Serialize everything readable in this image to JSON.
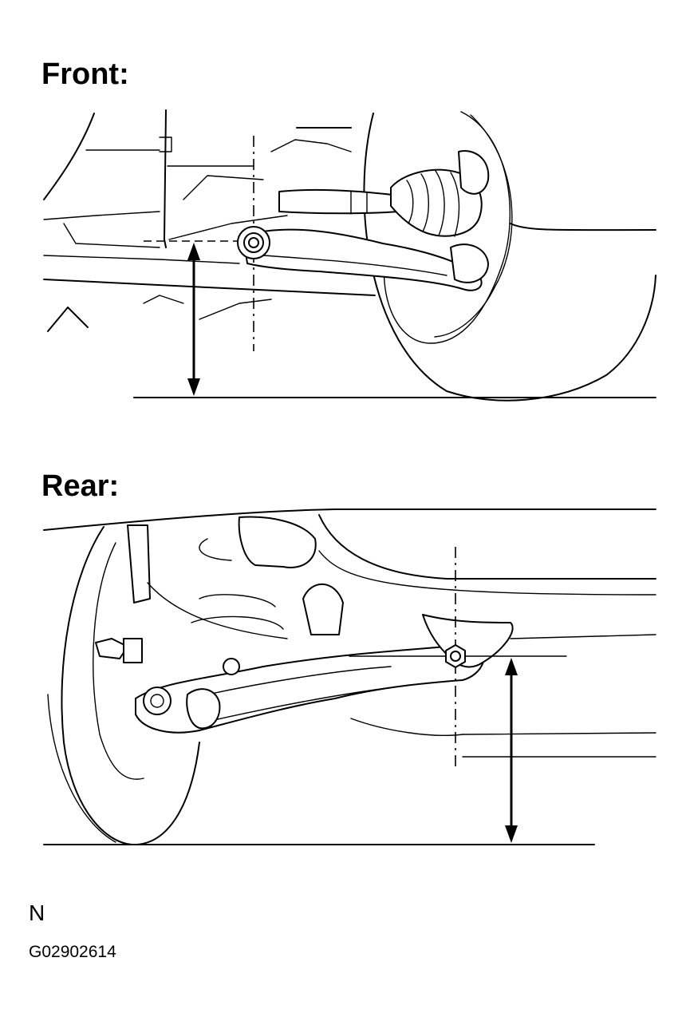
{
  "figure": {
    "front_label": "Front:",
    "rear_label": "Rear:",
    "orientation_code": "N",
    "figure_id": "G02902614"
  }
}
